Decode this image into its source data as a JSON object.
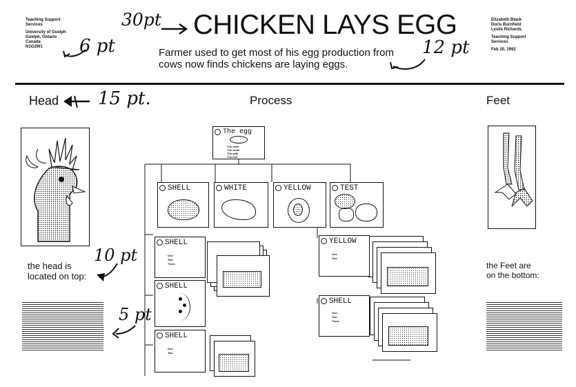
{
  "header": {
    "org_left": [
      "Teaching Support",
      "Services",
      "",
      "University of Guelph",
      "Guelph, Ontario",
      "Canada",
      "N1G2W1"
    ],
    "annot_left": "6 pt",
    "annot_title": "30pt",
    "title": "CHICKEN LAYS EGG",
    "subtitle_line1": "Farmer used to get most of his egg production from",
    "subtitle_line2": "cows now finds chickens are laying eggs.",
    "annot_subtitle": "12 pt",
    "authors": [
      "Elizabeth Black",
      "Doris Burnfield",
      "Leslie Richards",
      "",
      "Teaching Support",
      "Services",
      "",
      "Feb 20, 1992"
    ]
  },
  "sections": {
    "head_label": "Head",
    "head_annot": "15 pt.",
    "process_label": "Process",
    "feet_label": "Feet"
  },
  "left_column": {
    "caption_line1": "the head is",
    "caption_line2": "located on top:",
    "annot_caption": "10 pt",
    "annot_body": "5 pt"
  },
  "right_column": {
    "caption_line1": "the Feet are",
    "caption_line2": "on the bottom:"
  },
  "process": {
    "top_card_title": "The egg",
    "top_bullets": [
      "The shell",
      "The white",
      "The yolk",
      "The test"
    ],
    "row_cards": [
      "SHELL",
      "WHITE",
      "YELLOW",
      "TEST"
    ],
    "sub_left_1": "SHELL",
    "sub_left_2": "SHELL",
    "sub_left_3": "SHELL",
    "sub_right_1": "YELLOW",
    "sub_right_2": "SHELL",
    "sub_bullets": [
      "One",
      "Two",
      "Three"
    ]
  },
  "icons": [
    "arrow-left-icon",
    "arrow-right-icon",
    "hand-arrow-icon",
    "chicken-head-drawing",
    "chicken-feet-drawing"
  ]
}
